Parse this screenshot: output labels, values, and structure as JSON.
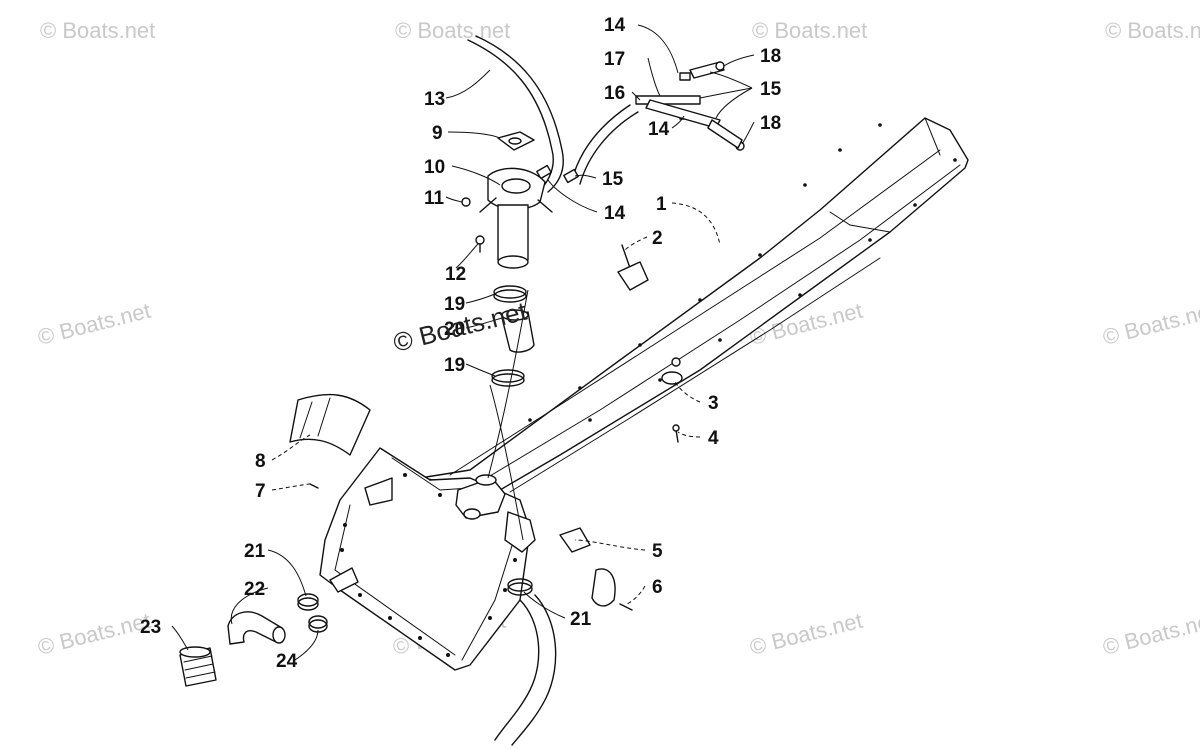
{
  "watermark": {
    "text": "© Boats.net",
    "overlay_text": "© Boats.net"
  },
  "callouts": {
    "c1": "1",
    "c2": "2",
    "c3": "3",
    "c4": "4",
    "c5": "5",
    "c6": "6",
    "c7": "7",
    "c8": "8",
    "c9": "9",
    "c10": "10",
    "c11": "11",
    "c12": "12",
    "c13": "13",
    "c14a": "14",
    "c14b": "14",
    "c14c": "14",
    "c15a": "15",
    "c15b": "15",
    "c16": "16",
    "c17": "17",
    "c18a": "18",
    "c18b": "18",
    "c19a": "19",
    "c19b": "19",
    "c20": "20",
    "c21a": "21",
    "c21b": "21",
    "c22": "22",
    "c23": "23",
    "c24": "24"
  }
}
